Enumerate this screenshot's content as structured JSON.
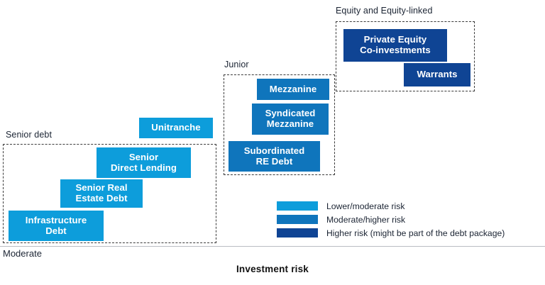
{
  "diagram": {
    "axis": {
      "title": "Investment risk",
      "left_tick_label": "Moderate"
    },
    "groups": [
      {
        "id": "senior-debt",
        "label": "Senior debt",
        "items": [
          {
            "label": "Unitranche",
            "risk_tone": "light"
          },
          {
            "label": "Senior\nDirect Lending",
            "risk_tone": "light"
          },
          {
            "label": "Senior Real\nEstate Debt",
            "risk_tone": "light"
          },
          {
            "label": "Infrastructure\nDebt",
            "risk_tone": "light"
          }
        ]
      },
      {
        "id": "junior",
        "label": "Junior",
        "items": [
          {
            "label": "Mezzanine",
            "risk_tone": "mid"
          },
          {
            "label": "Syndicated\nMezzanine",
            "risk_tone": "mid"
          },
          {
            "label": "Subordinated\nRE Debt",
            "risk_tone": "mid"
          }
        ]
      },
      {
        "id": "equity",
        "label": "Equity and Equity-linked",
        "items": [
          {
            "label": "Private Equity\nCo-investments",
            "risk_tone": "dark"
          },
          {
            "label": "Warrants",
            "risk_tone": "dark"
          }
        ]
      }
    ],
    "legend": {
      "items": [
        {
          "label": "Lower/moderate risk",
          "color": "#0d9ddb"
        },
        {
          "label": "Moderate/higher risk",
          "color": "#0f75bc"
        },
        {
          "label": "Higher risk (might be part of the debt package)",
          "color": "#0f4494"
        }
      ]
    },
    "colors": {
      "lower_moderate": "#0d9ddb",
      "moderate_higher": "#0f75bc",
      "higher": "#0f4494",
      "group_border": "#3a3a3a",
      "text": "#1b2433"
    }
  }
}
